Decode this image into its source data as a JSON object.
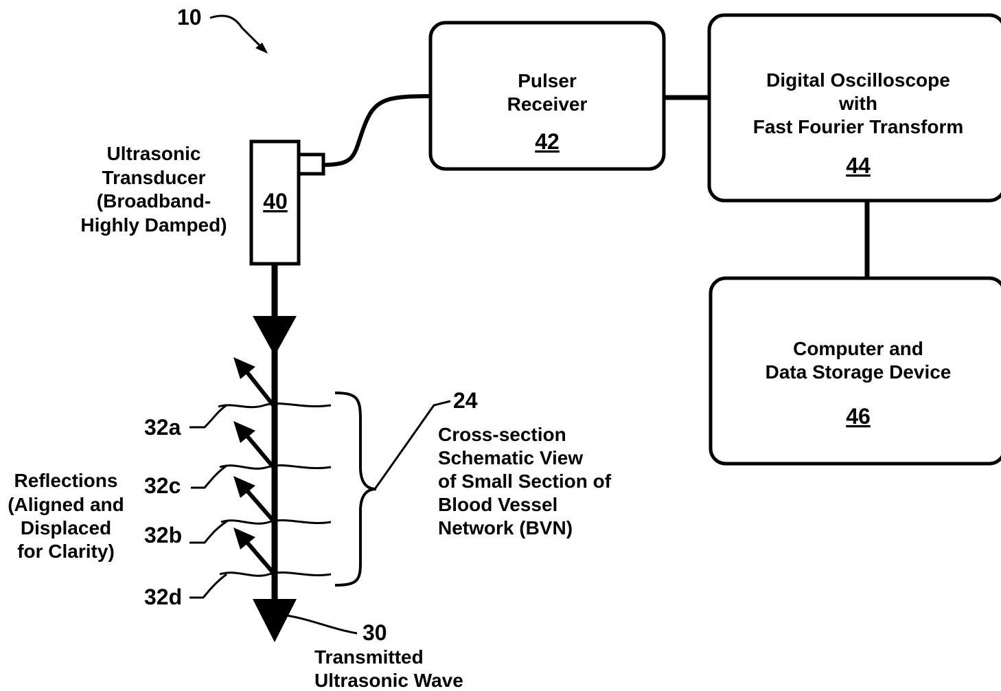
{
  "figure_ref": "10",
  "transducer": {
    "ref": "40",
    "label_lines": [
      "Ultrasonic",
      "Transducer",
      "(Broadband-",
      "Highly Damped)"
    ]
  },
  "pulser": {
    "lines": [
      "Pulser",
      "Receiver"
    ],
    "ref": "42"
  },
  "oscilloscope": {
    "lines": [
      "Digital Oscilloscope",
      "with",
      "Fast Fourier Transform"
    ],
    "ref": "44"
  },
  "computer": {
    "lines": [
      "Computer and",
      "Data Storage Device"
    ],
    "ref": "46"
  },
  "bvn": {
    "ref": "24",
    "lines": [
      "Cross-section",
      "Schematic View",
      "of Small Section of",
      "Blood Vessel",
      "Network (BVN)"
    ]
  },
  "reflections": {
    "labels": [
      "32a",
      "32c",
      "32b",
      "32d"
    ],
    "caption_lines": [
      "Reflections",
      "(Aligned and",
      "Displaced",
      "for Clarity)"
    ]
  },
  "wave": {
    "ref": "30",
    "lines": [
      "Transmitted",
      "Ultrasonic Wave"
    ]
  }
}
